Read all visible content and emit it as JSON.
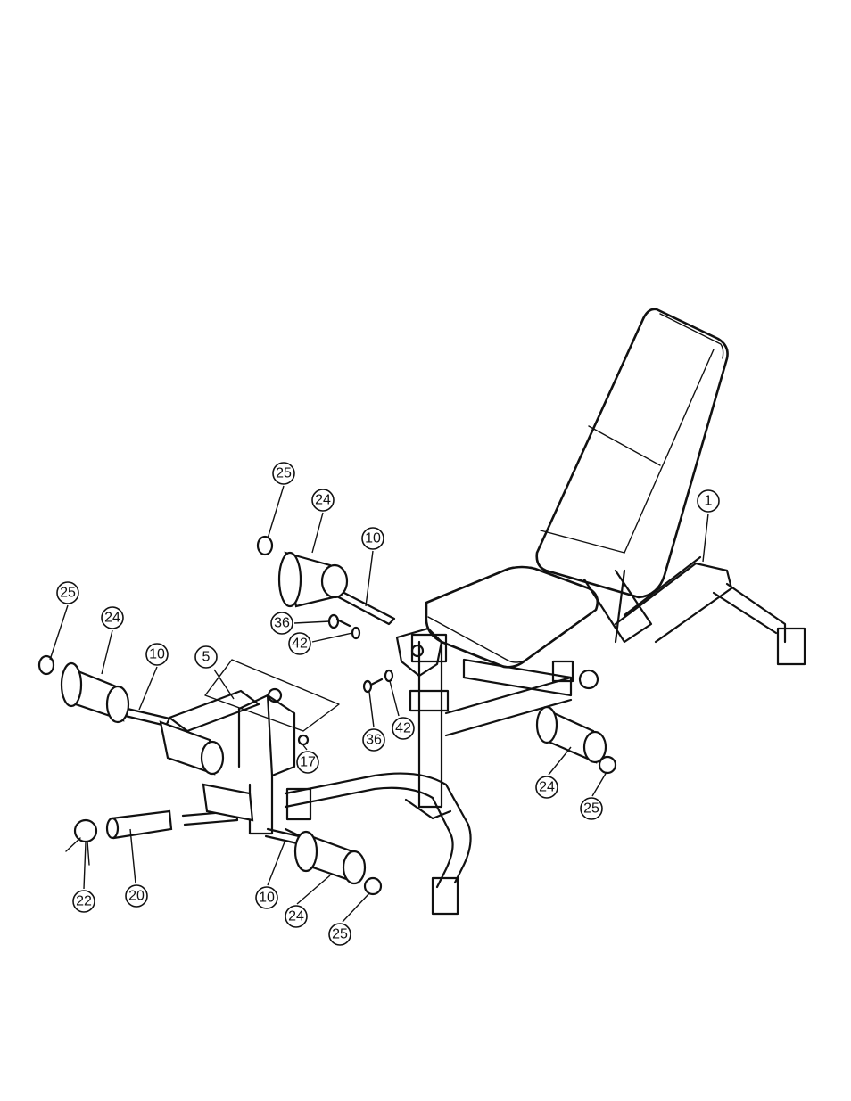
{
  "callouts": [
    {
      "id": "c25a",
      "label": "25"
    },
    {
      "id": "c24a",
      "label": "24"
    },
    {
      "id": "c10a",
      "label": "10"
    },
    {
      "id": "c1",
      "label": "1"
    },
    {
      "id": "c36a",
      "label": "36"
    },
    {
      "id": "c42a",
      "label": "42"
    },
    {
      "id": "c25b",
      "label": "25"
    },
    {
      "id": "c24b",
      "label": "24"
    },
    {
      "id": "c10b",
      "label": "10"
    },
    {
      "id": "c5",
      "label": "5"
    },
    {
      "id": "c36b",
      "label": "36"
    },
    {
      "id": "c42b",
      "label": "42"
    },
    {
      "id": "c17",
      "label": "17"
    },
    {
      "id": "c24c",
      "label": "24"
    },
    {
      "id": "c25c",
      "label": "25"
    },
    {
      "id": "c22",
      "label": "22"
    },
    {
      "id": "c20",
      "label": "20"
    },
    {
      "id": "c10c",
      "label": "10"
    },
    {
      "id": "c24d",
      "label": "24"
    },
    {
      "id": "c25d",
      "label": "25"
    }
  ]
}
